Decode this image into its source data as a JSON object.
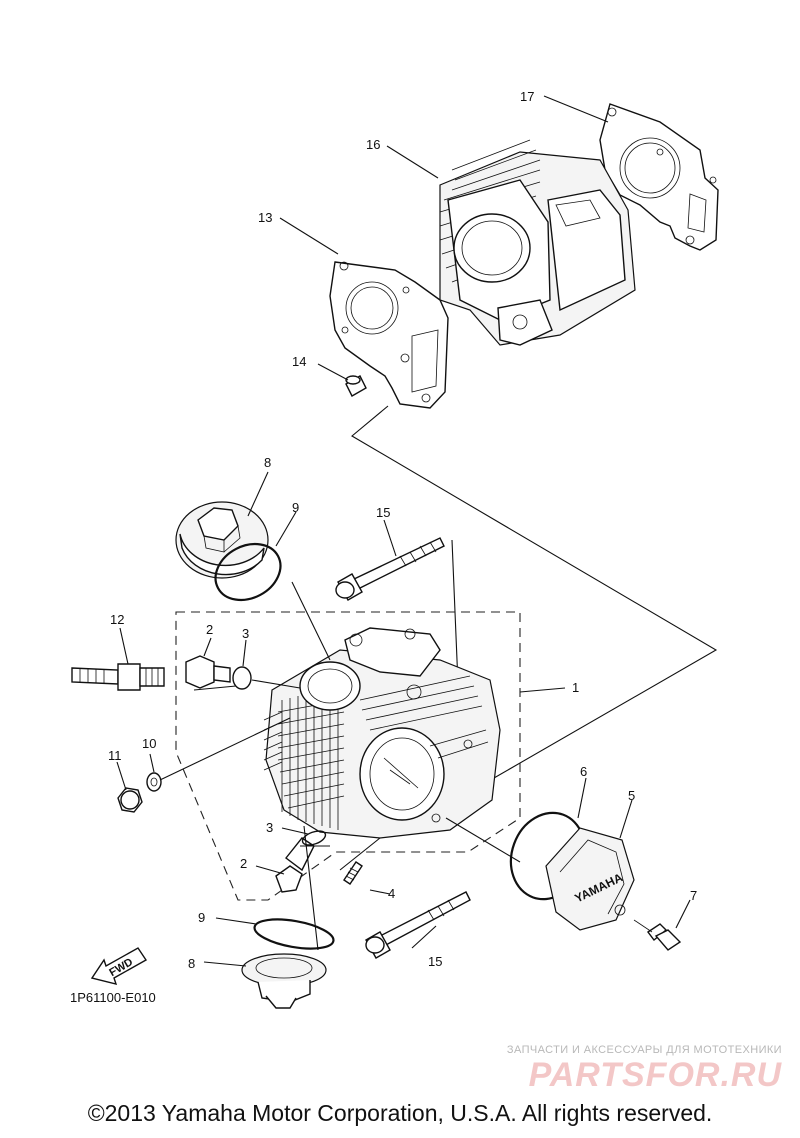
{
  "callouts": {
    "c1": "1",
    "c2a": "2",
    "c2b": "2",
    "c3a": "3",
    "c3b": "3",
    "c4": "4",
    "c5": "5",
    "c6": "6",
    "c7": "7",
    "c8a": "8",
    "c8b": "8",
    "c9a": "9",
    "c9b": "9",
    "c10": "10",
    "c11": "11",
    "c12": "12",
    "c13": "13",
    "c14": "14",
    "c15a": "15",
    "c15b": "15",
    "c16": "16",
    "c17": "17"
  },
  "labels": {
    "fwd": "FWD",
    "brand": "YAMAHA"
  },
  "doc_code": "1P61100-E010",
  "watermark": {
    "tagline": "ЗАПЧАСТИ И АКСЕССУАРЫ ДЛЯ МОТОТЕХНИКИ",
    "logo": "PARTSFOR.RU"
  },
  "copyright": "©2013 Yamaha Motor Corporation, U.S.A. All rights reserved."
}
